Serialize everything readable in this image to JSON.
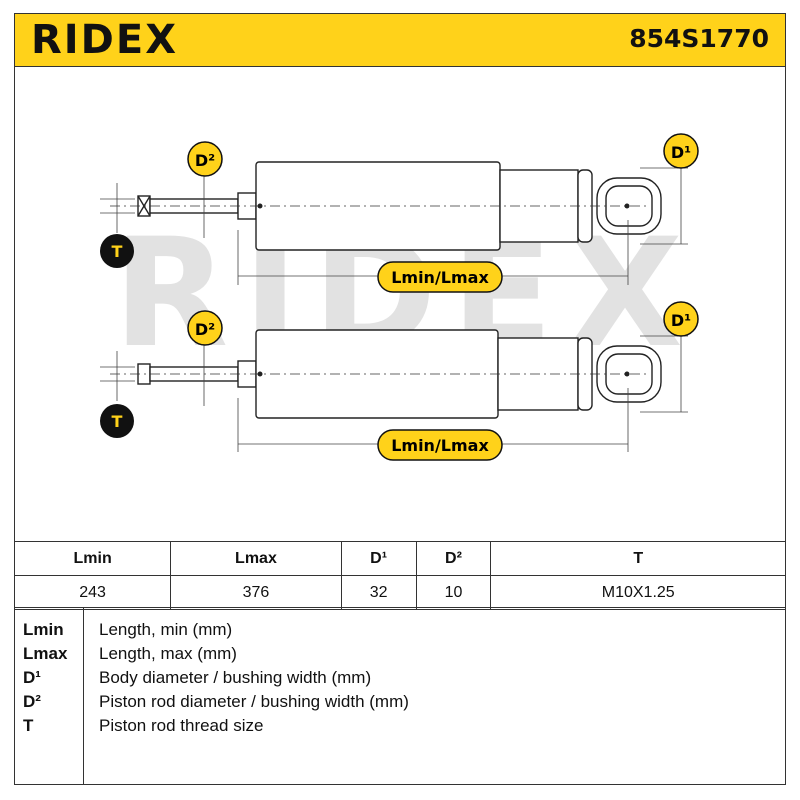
{
  "header": {
    "brand": "RIDEX",
    "part_number": "854S1770",
    "background_color": "#ffd21a"
  },
  "drawing": {
    "watermark": "RIDEX",
    "labels": {
      "d1": "D¹",
      "d2": "D²",
      "t": "T",
      "length": "Lmin/Lmax"
    }
  },
  "specs": {
    "headers": [
      "Lmin",
      "Lmax",
      "D¹",
      "D²",
      "T"
    ],
    "values": [
      "243",
      "376",
      "32",
      "10",
      "M10X1.25"
    ]
  },
  "legend": [
    {
      "key": "Lmin",
      "desc": "Length, min (mm)"
    },
    {
      "key": "Lmax",
      "desc": "Length, max (mm)"
    },
    {
      "key": "D¹",
      "desc": "Body diameter / bushing width (mm)"
    },
    {
      "key": "D²",
      "desc": "Piston rod diameter / bushing width (mm)"
    },
    {
      "key": "T",
      "desc": "Piston rod thread size"
    }
  ]
}
